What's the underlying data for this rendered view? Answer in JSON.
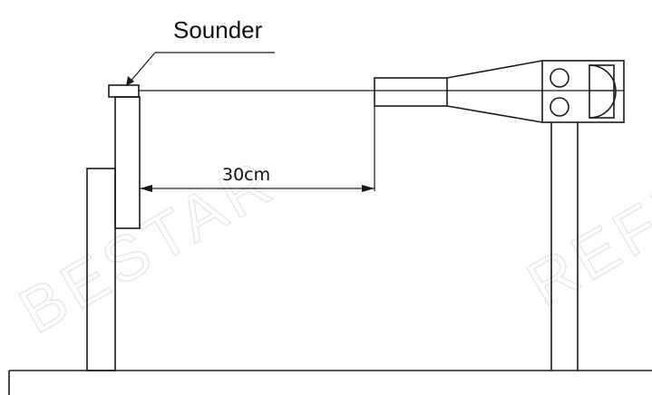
{
  "labels": {
    "sounder": "Sounder",
    "distance": "30cm"
  },
  "watermarks": {
    "left": "BESTAR",
    "right": "REFER"
  },
  "colors": {
    "line": "#1a1a1a",
    "background": "#ffffff",
    "watermark": "#e6e6e6"
  }
}
